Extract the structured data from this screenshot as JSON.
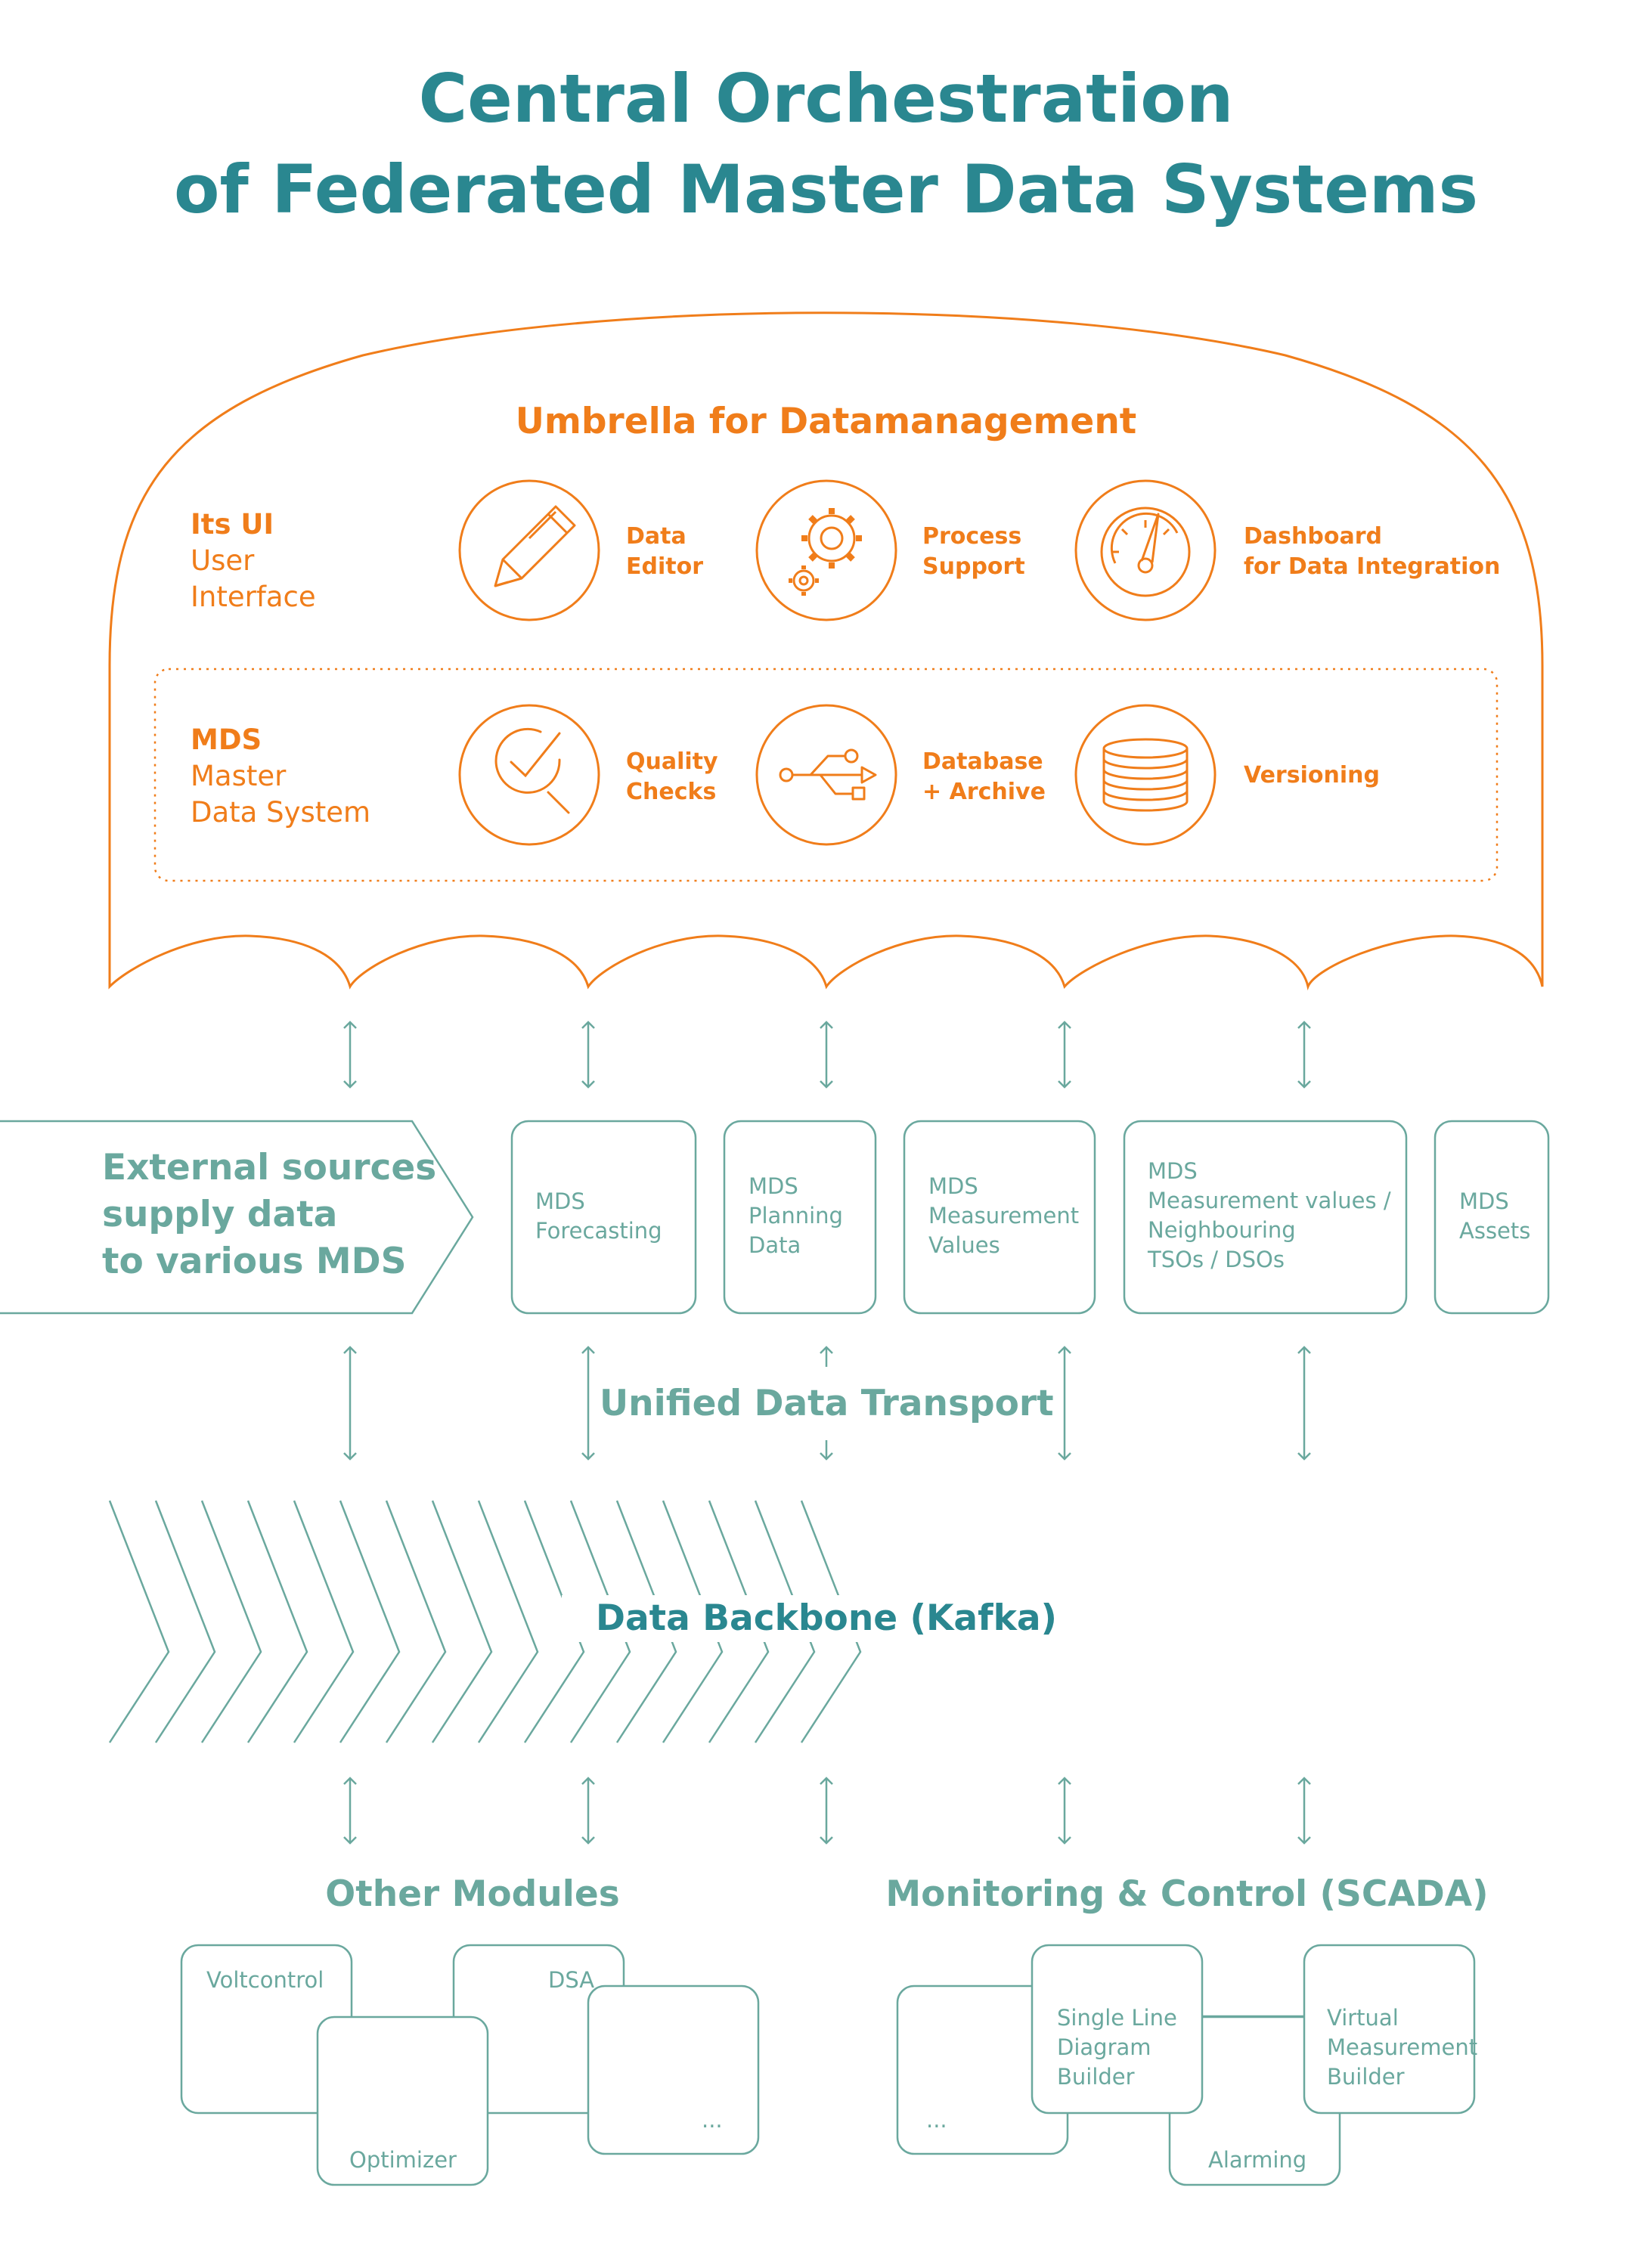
{
  "title": {
    "line1": "Central Orchestration",
    "line2": "of Federated Master Data Systems"
  },
  "umbrella": {
    "heading": "Umbrella for Datamanagement",
    "ui": {
      "code": "Its UI",
      "line1": "User",
      "line2": "Interface"
    },
    "mds": {
      "code": "MDS",
      "line1": "Master",
      "line2": "Data System"
    },
    "features": [
      {
        "icon": "pencil-icon",
        "line1": "Data",
        "line2": "Editor"
      },
      {
        "icon": "gears-icon",
        "line1": "Process",
        "line2": "Support"
      },
      {
        "icon": "gauge-icon",
        "line1": "Dashboard",
        "line2": "for Data Integration"
      },
      {
        "icon": "magnifier-check-icon",
        "line1": "Quality",
        "line2": "Checks"
      },
      {
        "icon": "usb-icon",
        "line1": "Database",
        "line2": "+ Archive"
      },
      {
        "icon": "database-stack-icon",
        "line1": "Versioning",
        "line2": ""
      }
    ]
  },
  "external": {
    "line1": "External sources",
    "line2": "supply data",
    "line3": "to various MDS"
  },
  "mds_boxes": [
    {
      "lines": [
        "MDS",
        "Forecasting"
      ]
    },
    {
      "lines": [
        "MDS",
        "Planning",
        "Data"
      ]
    },
    {
      "lines": [
        "MDS",
        "Measurement",
        "Values"
      ]
    },
    {
      "lines": [
        "MDS",
        "Measurement values /",
        "Neighbouring",
        "TSOs / DSOs"
      ]
    },
    {
      "lines": [
        "MDS",
        "Assets"
      ]
    }
  ],
  "transport": {
    "label": "Unified Data Transport"
  },
  "backbone": {
    "label": "Data Backbone (Kafka)"
  },
  "other_modules": {
    "heading": "Other Modules",
    "items": [
      "Voltcontrol",
      "DSA",
      "Optimizer",
      "..."
    ]
  },
  "scada": {
    "heading": "Monitoring & Control (SCADA)",
    "items": [
      "...",
      "Single Line",
      "Diagram",
      "Builder",
      "Virtual",
      "Measurement",
      "Builder",
      "Alarming"
    ]
  },
  "colors": {
    "orange": "#f07d1a",
    "teal": "#6aa89e",
    "dark_teal": "#2a8790"
  }
}
